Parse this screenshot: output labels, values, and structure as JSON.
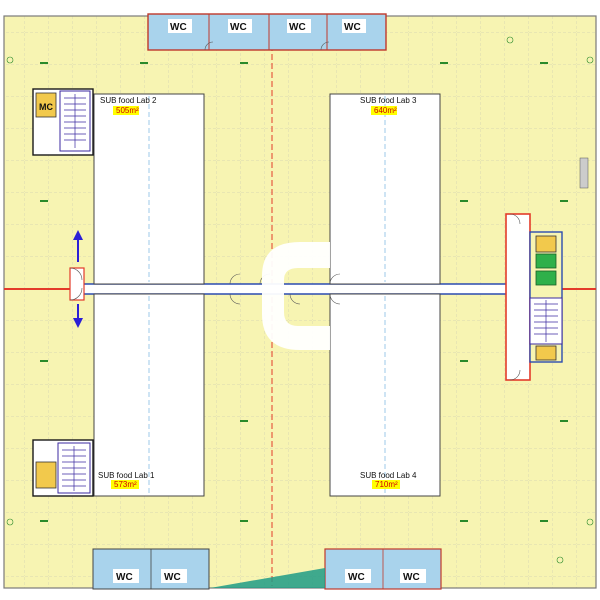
{
  "colors": {
    "floor": "#f7f4b2",
    "grid": "#b9b9b9",
    "wall": "#3b4a7a",
    "corridor_red": "#e33b2a",
    "corridor_blue": "#2b4bb0",
    "wc_fill": "#a9d3ec",
    "lab_fill": "#ffffff",
    "label_bg": "#ffff00",
    "green_box": "#2fb04a",
    "teal": "#1f9b86"
  },
  "labs": [
    {
      "name": "SUB food Lab 2",
      "area_value": "505",
      "unit": "m²"
    },
    {
      "name": "SUB food Lab 3",
      "area_value": "640",
      "unit": "m²"
    },
    {
      "name": "SUB food Lab 1",
      "area_value": "573",
      "unit": "m²"
    },
    {
      "name": "SUB food Lab 4",
      "area_value": "710",
      "unit": "m²"
    }
  ],
  "wc_label": "WC",
  "mc_label": "MC",
  "wc_top_count": 4,
  "wc_bottom_count": 4,
  "icons": {
    "stairs": "stairs-icon",
    "elevator": "elevator-icon",
    "arrow_up": "arrow-up-icon",
    "arrow_down": "arrow-down-icon",
    "logo": "logo-mark-icon"
  }
}
